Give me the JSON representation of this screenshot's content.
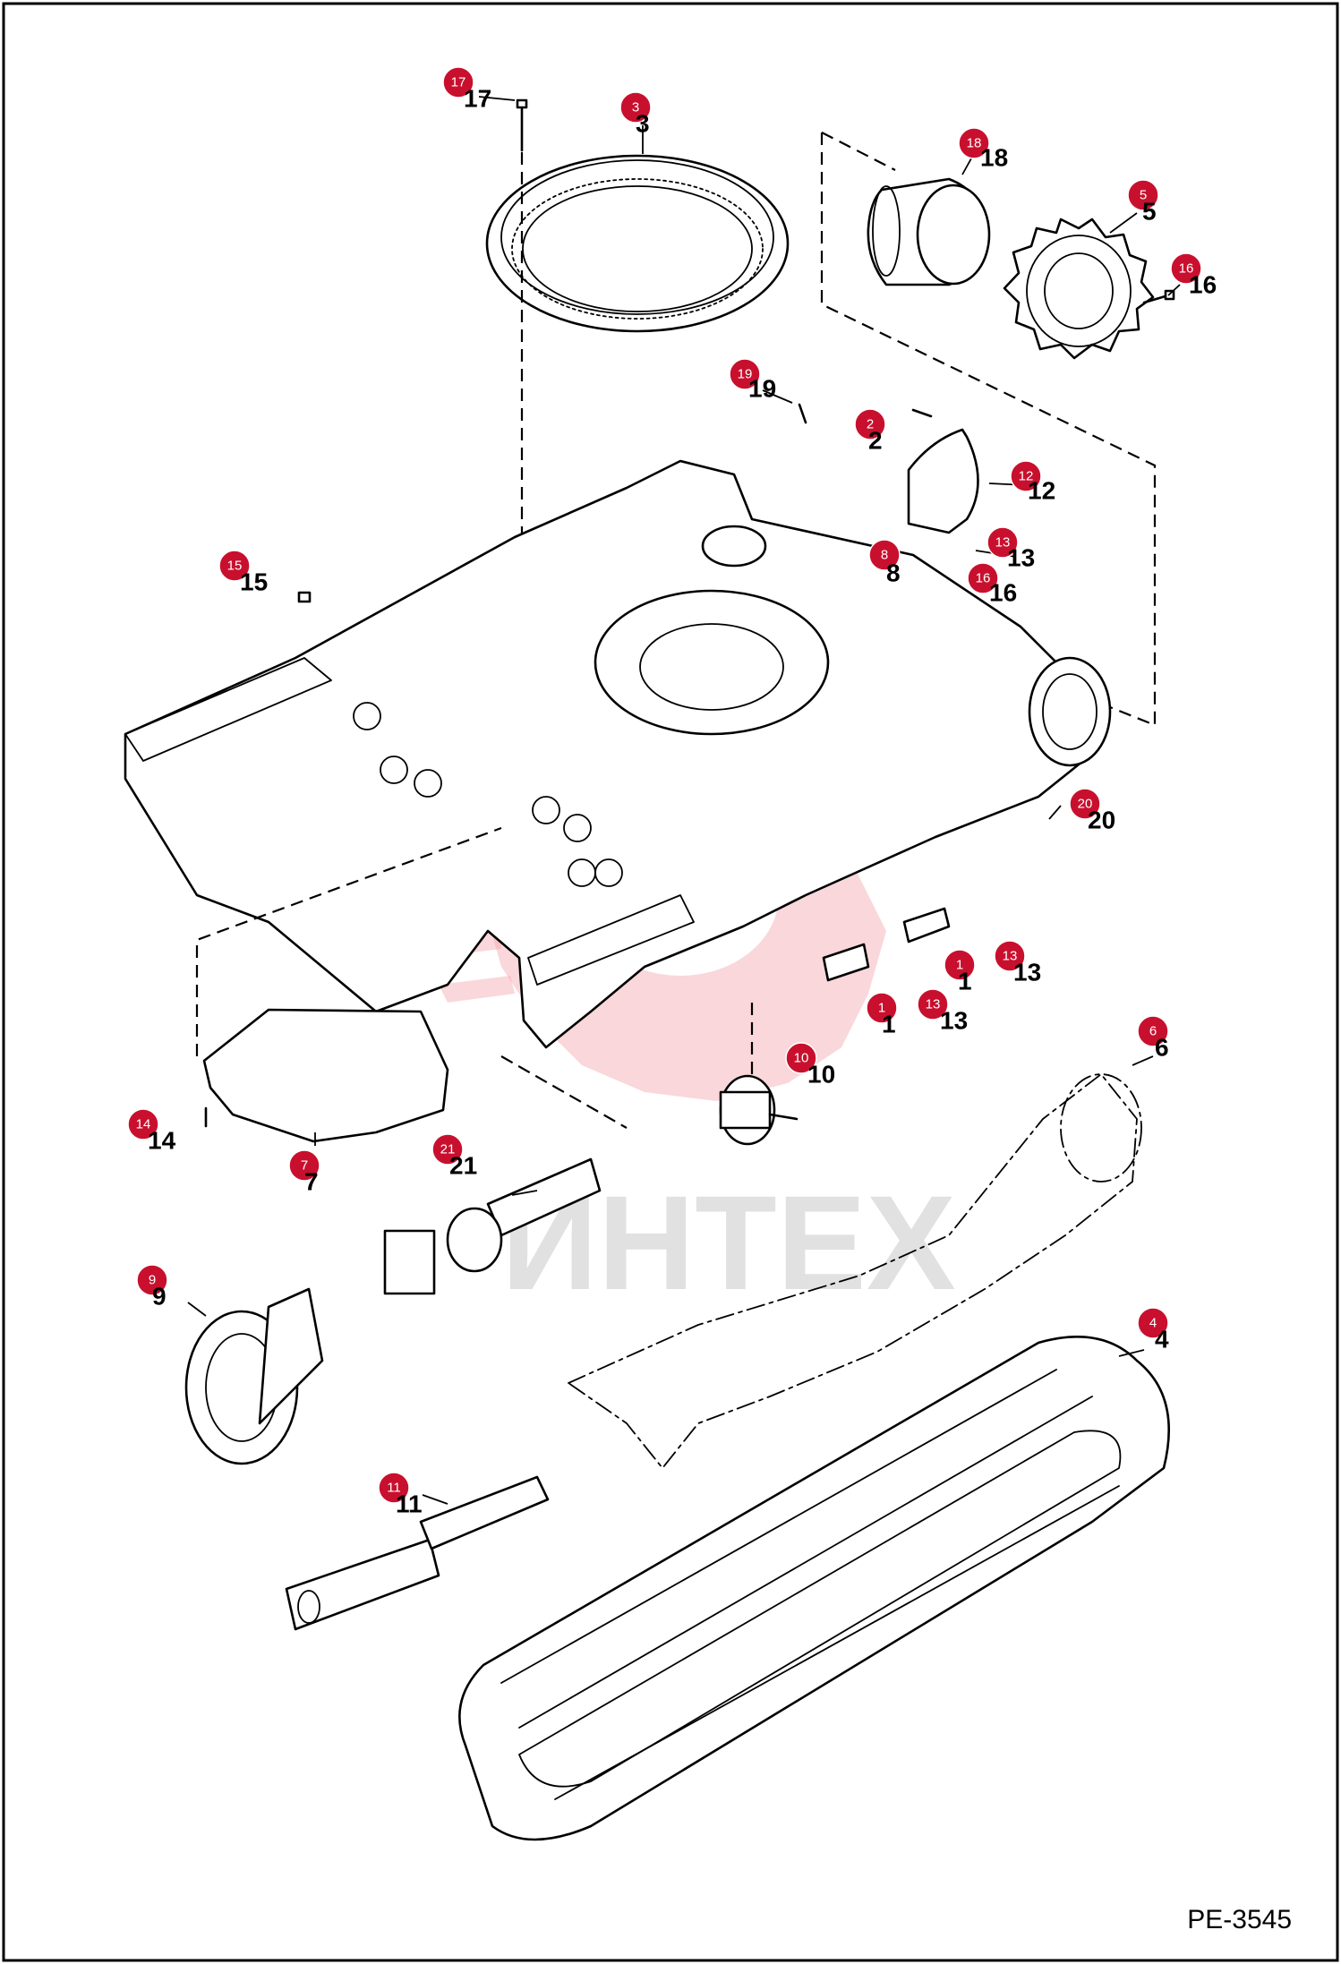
{
  "drawing_number": "PE-3545",
  "watermark": {
    "text": "ИНТЕХ",
    "color": "#f4a6ad"
  },
  "callout_color": "#c8102e",
  "callouts": [
    {
      "num": "17",
      "label": "17"
    },
    {
      "num": "3",
      "label": "3"
    },
    {
      "num": "18",
      "label": "18"
    },
    {
      "num": "5",
      "label": "5"
    },
    {
      "num": "16",
      "label": "16"
    },
    {
      "num": "19",
      "label": "19"
    },
    {
      "num": "2",
      "label": "2"
    },
    {
      "num": "12",
      "label": "12"
    },
    {
      "num": "13",
      "label": "13"
    },
    {
      "num": "8",
      "label": "8"
    },
    {
      "num": "16",
      "label": "16"
    },
    {
      "num": "15",
      "label": "15"
    },
    {
      "num": "20",
      "label": "20"
    },
    {
      "num": "13",
      "label": "13"
    },
    {
      "num": "1",
      "label": "1"
    },
    {
      "num": "1",
      "label": "1"
    },
    {
      "num": "13",
      "label": "13"
    },
    {
      "num": "10",
      "label": "10"
    },
    {
      "num": "6",
      "label": "6"
    },
    {
      "num": "14",
      "label": "14"
    },
    {
      "num": "7",
      "label": "7"
    },
    {
      "num": "21",
      "label": "21"
    },
    {
      "num": "9",
      "label": "9"
    },
    {
      "num": "4",
      "label": "4"
    },
    {
      "num": "11",
      "label": "11"
    }
  ]
}
